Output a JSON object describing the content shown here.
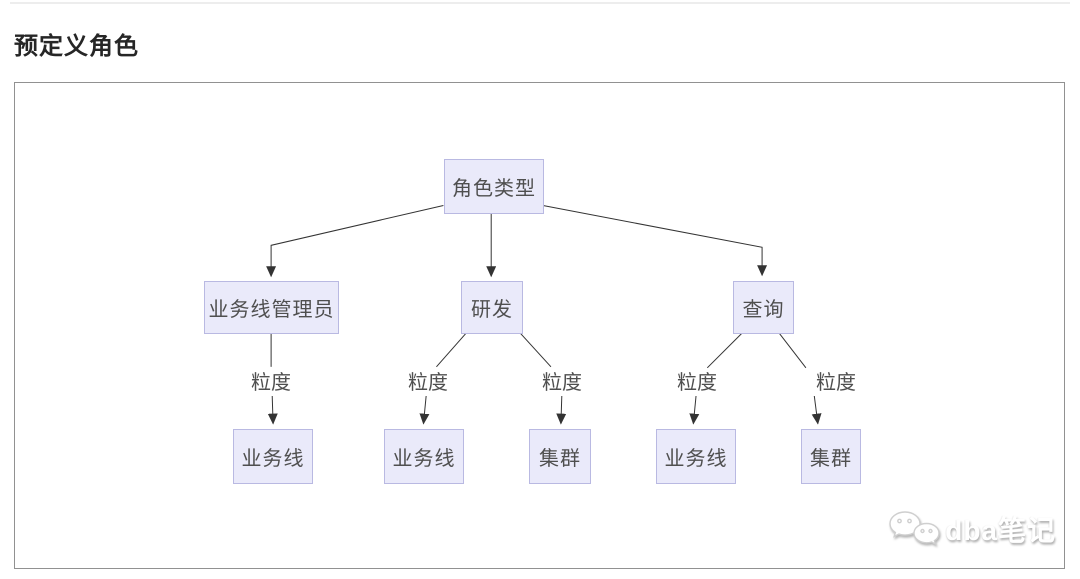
{
  "page": {
    "title": "预定义角色"
  },
  "diagram": {
    "root": {
      "label": "角色类型"
    },
    "roles": [
      {
        "label": "业务线管理员"
      },
      {
        "label": "研发"
      },
      {
        "label": "查询"
      }
    ],
    "edge_labels": [
      "粒度",
      "粒度",
      "粒度",
      "粒度",
      "粒度"
    ],
    "scopes": [
      {
        "label": "业务线"
      },
      {
        "label": "业务线"
      },
      {
        "label": "集群"
      },
      {
        "label": "业务线"
      },
      {
        "label": "集群"
      }
    ]
  },
  "watermark": {
    "text": "dba笔记",
    "icon": "wechat-logo-icon"
  },
  "colors": {
    "node_fill": "#eaeafa",
    "node_border": "#b9b9e2",
    "edge_line": "#333333",
    "container_border": "#919191"
  }
}
